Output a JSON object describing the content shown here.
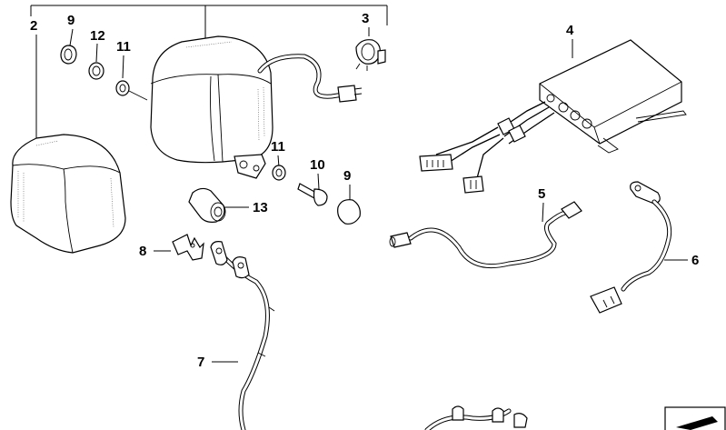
{
  "diagram": {
    "title": "Exploded parts diagram: lamp unit and wiring harness",
    "callouts": [
      {
        "id": "c2",
        "text": "2"
      },
      {
        "id": "c9a",
        "text": "9"
      },
      {
        "id": "c12",
        "text": "12"
      },
      {
        "id": "c11a",
        "text": "11"
      },
      {
        "id": "c3",
        "text": "3"
      },
      {
        "id": "c4",
        "text": "4"
      },
      {
        "id": "c11b",
        "text": "11"
      },
      {
        "id": "c10",
        "text": "10"
      },
      {
        "id": "c9b",
        "text": "9"
      },
      {
        "id": "c13",
        "text": "13"
      },
      {
        "id": "c5",
        "text": "5"
      },
      {
        "id": "c8",
        "text": "8"
      },
      {
        "id": "c6",
        "text": "6"
      },
      {
        "id": "c7",
        "text": "7"
      }
    ]
  }
}
